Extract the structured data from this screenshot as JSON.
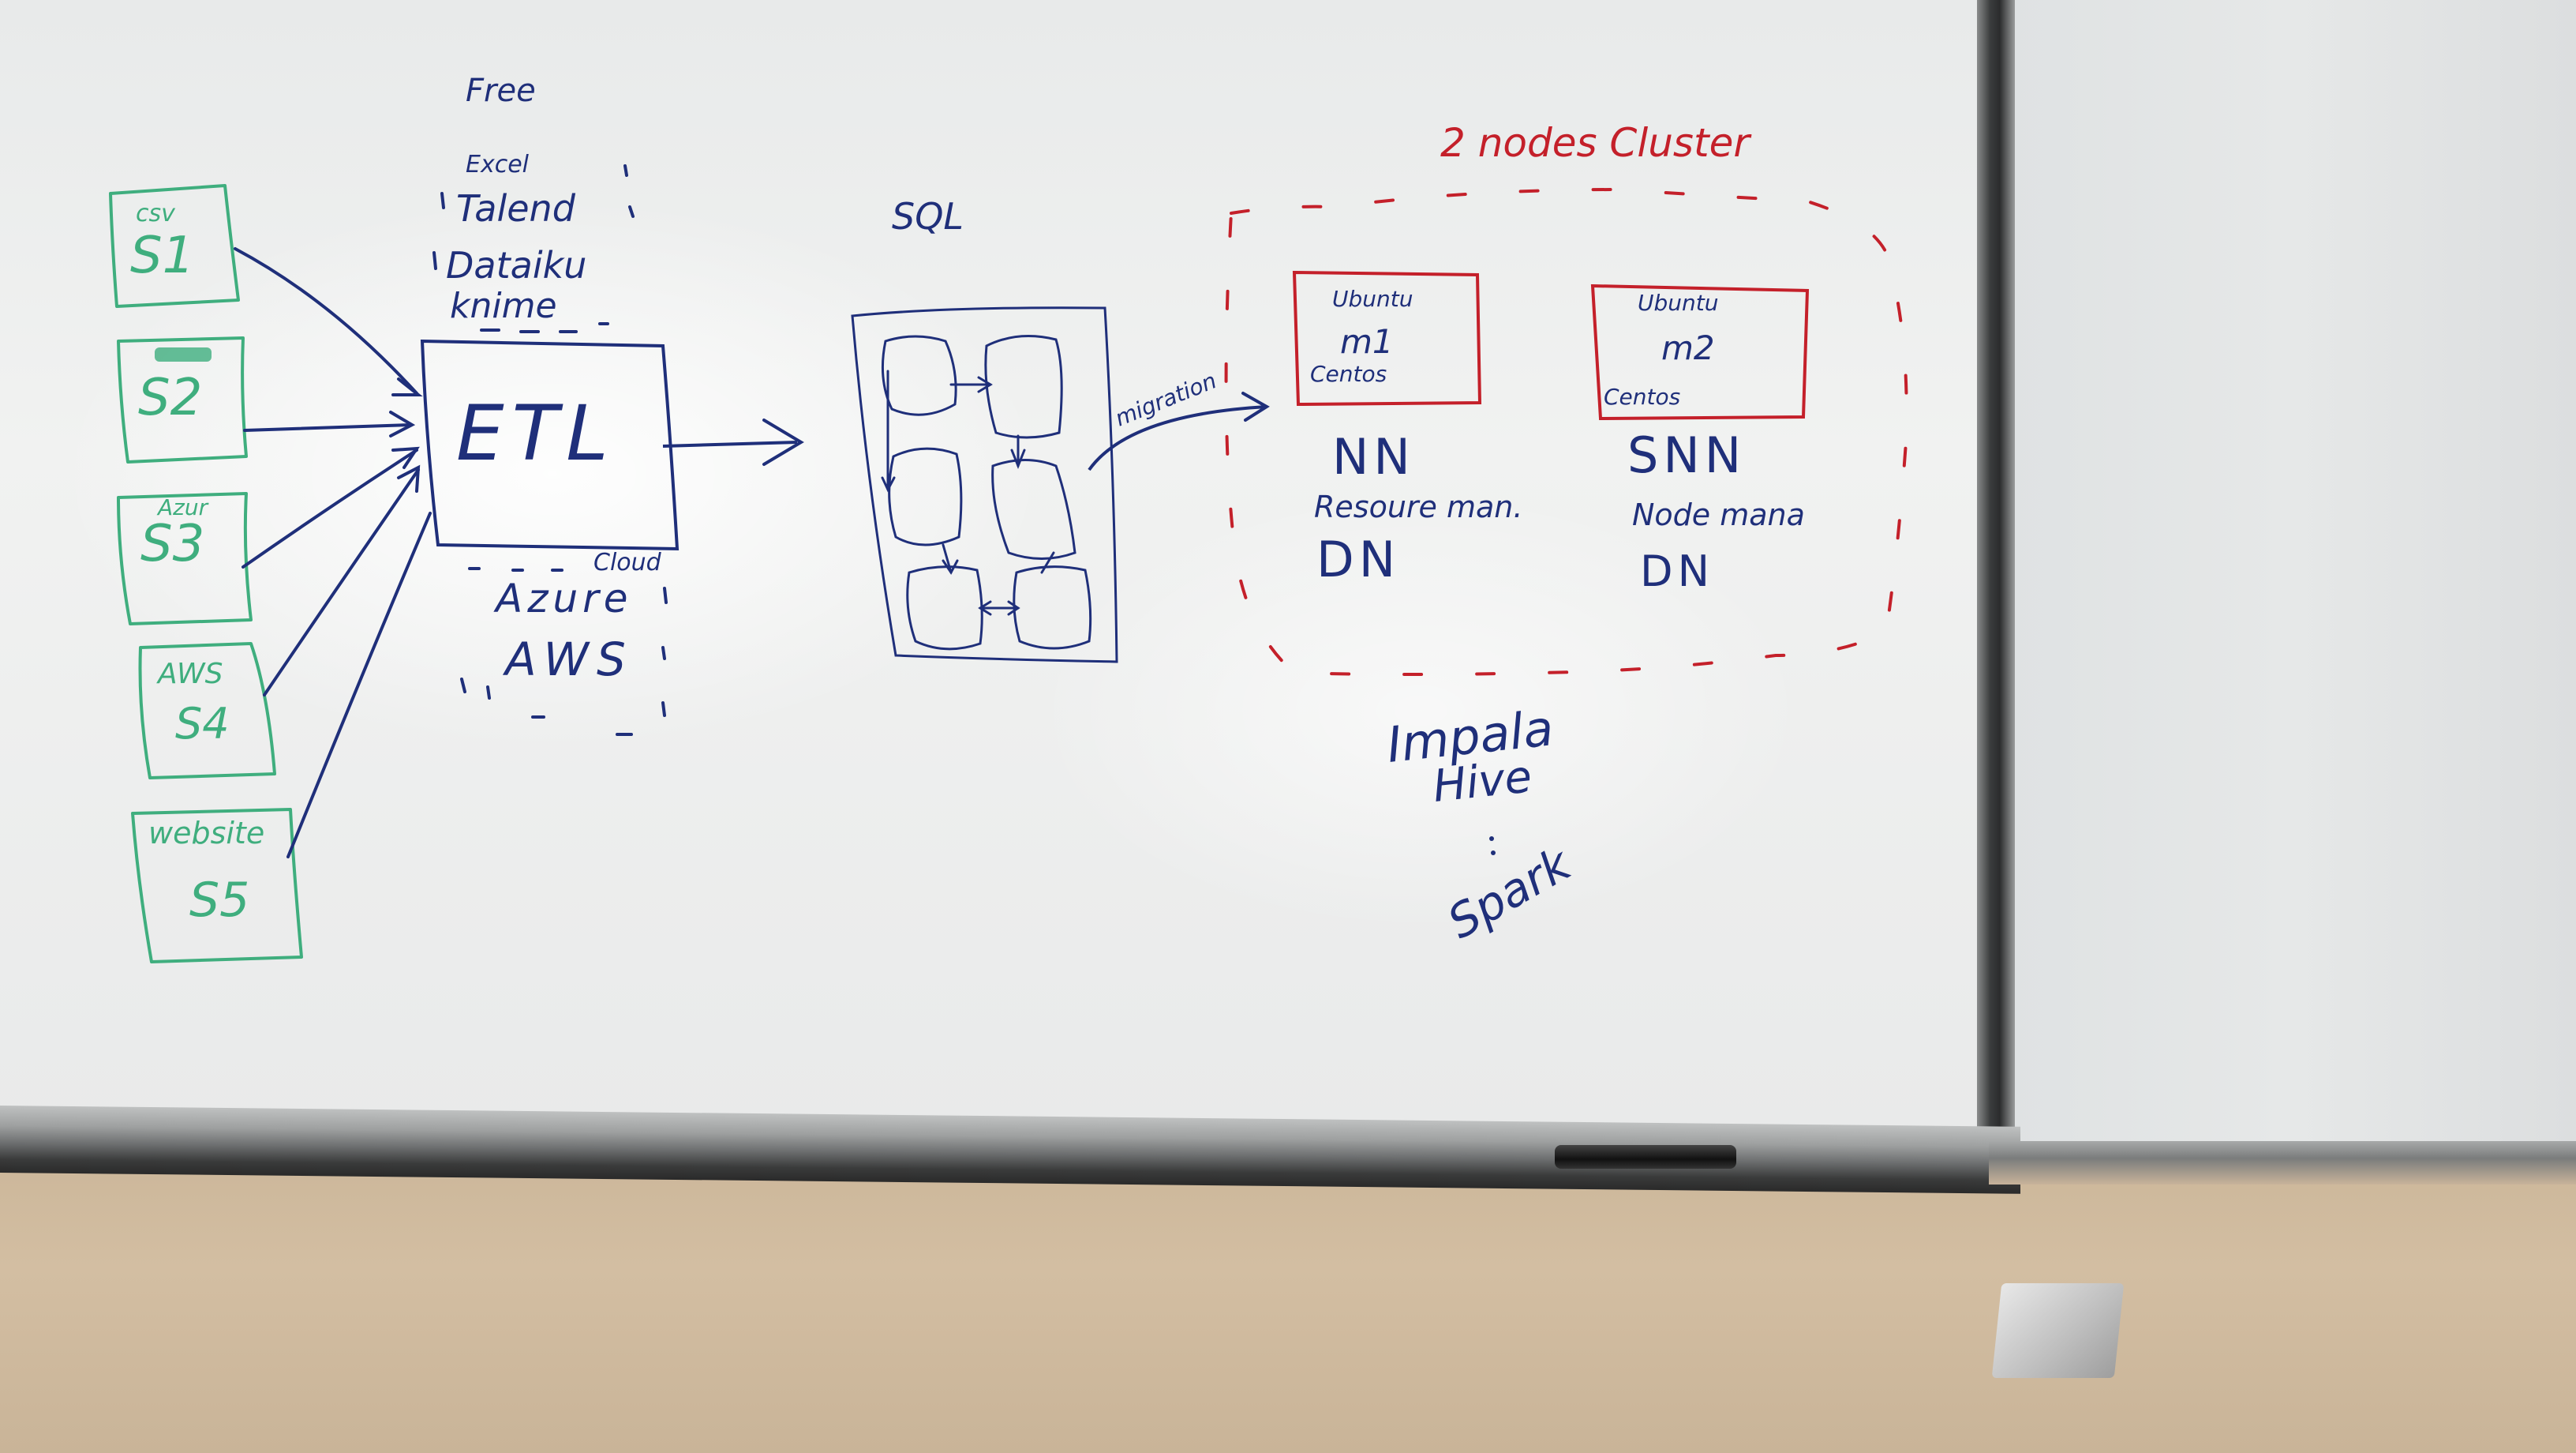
{
  "colors": {
    "green": "#3fae7e",
    "blue": "#1f2f7a",
    "red": "#c4202a"
  },
  "sources": [
    {
      "tag": "csv",
      "name": "S1"
    },
    {
      "tag": "",
      "name": "S2"
    },
    {
      "tag": "Azur",
      "name": "S3"
    },
    {
      "tag": "AWS",
      "name": "S4"
    },
    {
      "tag": "website",
      "name": "S5"
    }
  ],
  "etl": {
    "heading": "Free",
    "tools": [
      "Excel",
      "Talend",
      "Dataiku",
      "knime"
    ],
    "box_label": "ETL",
    "cloud_heading": "Cloud",
    "cloud_tools": [
      "Azure",
      "AWS"
    ]
  },
  "sql": {
    "label": "SQL",
    "migration": "migration"
  },
  "cluster": {
    "title": "2 nodes Cluster",
    "node1": {
      "os_top": "Ubuntu",
      "id": "m1",
      "os_bottom": "Centos",
      "role1": "NN",
      "role2": "Resoure man.",
      "role3": "DN"
    },
    "node2": {
      "os_top": "Ubuntu",
      "id": "m2",
      "os_bottom": "Centos",
      "role1": "SNN",
      "role2": "Node mana",
      "role3": "DN"
    }
  },
  "tools_below": [
    "Impala",
    "Hive",
    "Spark"
  ]
}
